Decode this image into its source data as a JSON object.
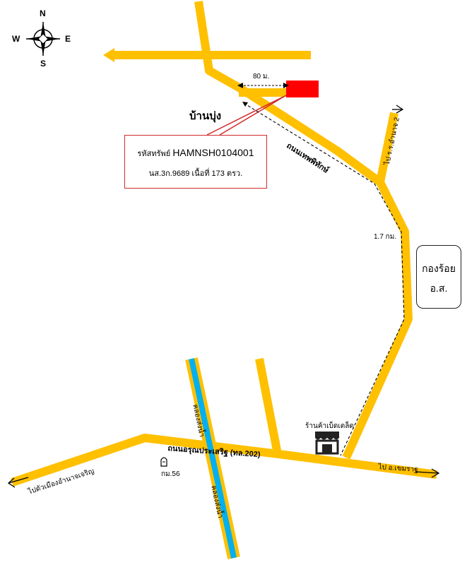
{
  "compass": {
    "north": "N",
    "south": "S",
    "east": "E",
    "west": "W"
  },
  "village_label": "บ้านบุ่ง",
  "distance_80": "80 ม.",
  "distance_1_7": "1.7 กม.",
  "property": {
    "code_prefix": "รหัสทรัพย์",
    "code": "HAMNSH0104001",
    "deed_info": "นส.3ก.9689 เนื้อที่ 173 ตรว.",
    "marker_color": "#ff0000"
  },
  "roads": {
    "thep_phithak": "ถนนเทพพิทักษ์",
    "arun_prasert": "ถนนอรุณประเสริฐ (ทล.202)",
    "to_amnat_hospital": "ไป ร.ร.อำนาจ 2",
    "to_khemarat": "ไป อ.เขมราฐ",
    "to_amnat_city": "ไปตัวเมืองอำนาจเจริญ",
    "km_marker": "กม.56"
  },
  "canal_label": "คลองส่งน้ำ",
  "shop_label": "ร้านค้าเบ็ดเตล็ด",
  "district_box": {
    "line1": "กองร้อย",
    "line2": "อ.ส."
  },
  "colors": {
    "road": "#ffc000",
    "canal": "#00b0f0",
    "callout_border": "#d12a2a"
  },
  "icons": {
    "compass": "compass-rose-icon",
    "shop": "shop-icon",
    "km_post": "km-post-icon"
  }
}
